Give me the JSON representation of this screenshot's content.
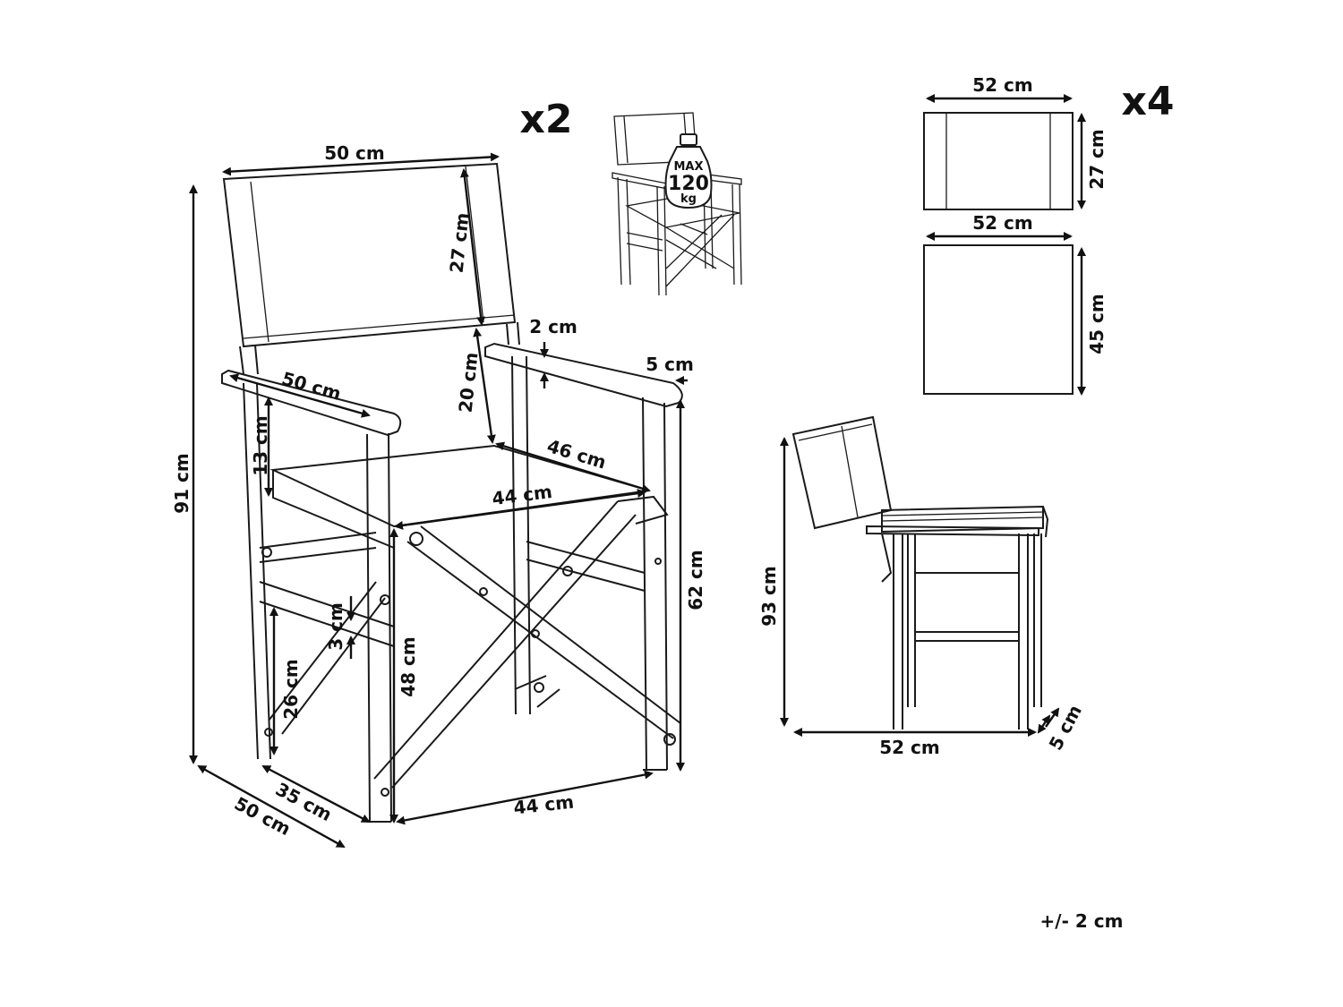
{
  "quantities": {
    "chair_count": "x2",
    "cover_count": "x4"
  },
  "load_badge": {
    "max_label": "MAX",
    "value": "120",
    "unit": "kg"
  },
  "tolerance": "+/- 2 cm",
  "front_view_dimensions": {
    "backrest_width": "50 cm",
    "backrest_height": "27 cm",
    "total_height": "91 cm",
    "armrest_length": "50 cm",
    "armrest_gap": "20 cm",
    "armrest_thickness": "2 cm",
    "armrest_width": "5 cm",
    "arm_to_seat": "13 cm",
    "seat_depth": "46 cm",
    "seat_width": "44 cm",
    "rail_gap": "3 cm",
    "footrest_height": "26 cm",
    "seat_height": "48 cm",
    "armrest_height": "62 cm",
    "base_depth_inner": "35 cm",
    "base_depth_outer": "50 cm",
    "base_width": "44 cm"
  },
  "cover_dimensions": {
    "back_cover_width": "52 cm",
    "back_cover_height": "27 cm",
    "seat_cover_width": "52 cm",
    "seat_cover_height": "45 cm"
  },
  "folded_view_dimensions": {
    "folded_height": "93 cm",
    "folded_width": "52 cm",
    "folded_thickness": "5 cm"
  }
}
